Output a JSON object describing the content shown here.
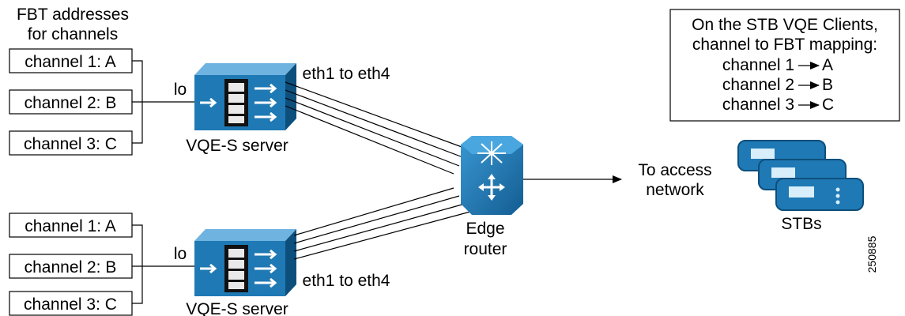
{
  "fbt_header": [
    "FBT addresses",
    "for channels"
  ],
  "server_groups": [
    {
      "channels": [
        "channel 1: A",
        "channel 2: B",
        "channel 3: C"
      ],
      "lo_label": "lo",
      "server_label": "VQE-S server",
      "eth_label": "eth1 to eth4"
    },
    {
      "channels": [
        "channel 1: A",
        "channel 2: B",
        "channel 3: C"
      ],
      "lo_label": "lo",
      "server_label": "VQE-S server",
      "eth_label": "eth1 to eth4"
    }
  ],
  "router": {
    "label_line1": "Edge",
    "label_line2": "router"
  },
  "access": {
    "line1": "To access",
    "line2": "network"
  },
  "stbs": {
    "label": "STBs"
  },
  "mapping_box": {
    "title_line1": "On the STB VQE Clients,",
    "title_line2": "channel to FBT mapping:",
    "rows": [
      {
        "channel": "channel 1",
        "target": "A"
      },
      {
        "channel": "channel 2",
        "target": "B"
      },
      {
        "channel": "channel 3",
        "target": "C"
      }
    ]
  },
  "figure_id": "250885",
  "colors": {
    "device_blue": "#1f79b4",
    "device_dark": "#0d4f7c",
    "device_light": "#6fb3e0"
  }
}
